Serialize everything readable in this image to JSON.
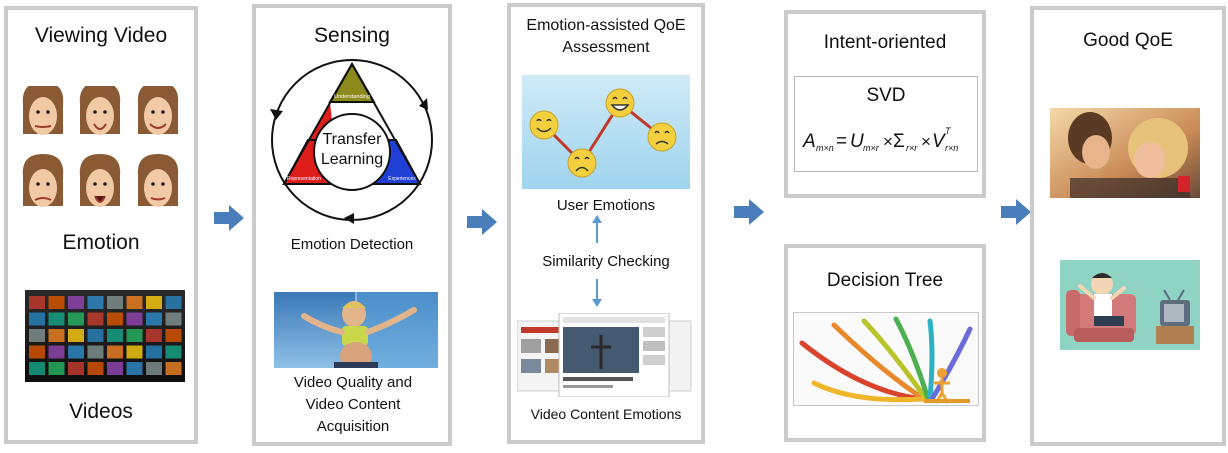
{
  "stage1": {
    "title": "Viewing Video",
    "emotion_label": "Emotion",
    "videos_label": "Videos"
  },
  "stage2": {
    "title": "Sensing",
    "triangle": {
      "center": "Transfer\nLearning",
      "top": "Understanding",
      "left": "Representation",
      "right": "Experiences"
    },
    "detection_label": "Emotion Detection",
    "acquisition_label": "Video Quality and Video Content Acquisition"
  },
  "stage3": {
    "title": "Emotion-assisted QoE Assessment",
    "user_emotions": "User Emotions",
    "similarity": "Similarity Checking",
    "video_emotions": "Video Content Emotions"
  },
  "stage4": {
    "title": "Intent-oriented",
    "svd_title": "SVD",
    "decision_tree": "Decision Tree"
  },
  "stage5": {
    "title": "Good QoE"
  },
  "colors": {
    "border": "#cbcbcb",
    "arrow": "#4a7ebb",
    "triangle_top": "#8d8a1c",
    "triangle_left": "#dd1c1c",
    "triangle_right": "#1f3fd6"
  }
}
